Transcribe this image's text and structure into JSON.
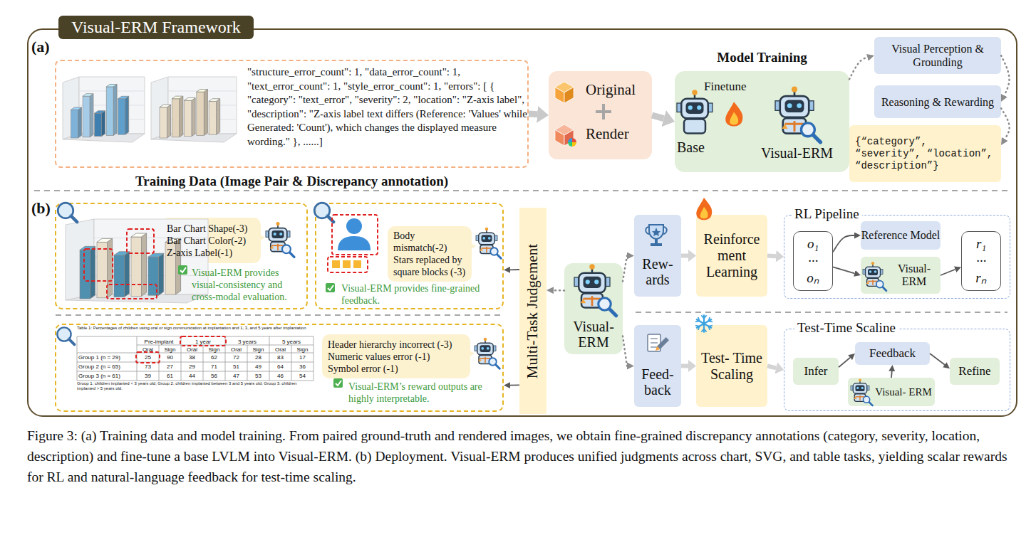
{
  "diagram": {
    "caption": "Figure 3: (a) Training data and model training. From paired ground-truth and rendered images, we obtain fine-grained discrepancy annotations (category, severity, location, description) and fine-tune a base LVLM into Visual-ERM. (b) Deployment. Visual-ERM produces unified judgments across chart, SVG, and table tasks, yielding scalar rewards for RL and natural-language feedback for test-time scaling.",
    "nodes": [
      {
        "text": [
          "Visual-ERM Framework"
        ]
      },
      {
        "text": [
          "\"structure_error_count\": 1, \"data_error_count\": 1, \"text_error_count\": 1, \"style_error_count\": 1, \"errors\": [ { \"category\": \"text_error\", \"severity\": 2, \"location\": \"Z-axis label\", \"description\": \"Z-axis label text differs (Reference: 'Values' while Generated: 'Count'), which changes the displayed measure wording.\" }, ......]",
          "Training Data (Image Pair & Discrepancy annotation)"
        ],
        "in": 0
      },
      {
        "text": [
          "Original",
          "Render"
        ],
        "in": 0
      },
      {
        "text": [
          "Model Training"
        ],
        "in": 0
      },
      {
        "text": [
          "Visual Perception & Grounding"
        ],
        "in": 0
      },
      {
        "text": [
          "Reasoning & Rewarding"
        ],
        "in": 0
      },
      {
        "text": [
          "{“category”, “severity”, “location”, “description”}"
        ],
        "in": 0
      },
      {
        "text": [
          "Visual-ERM provides visual-consistency and cross-modal evaluation."
        ],
        "in": 0
      },
      {
        "text": [
          "Bar Chart Shape(-3)",
          "Bar Chart Color(-2)",
          "Z-axis Label(-1)"
        ],
        "in": 7
      },
      {
        "text": [
          "Visual-ERM provides fine-grained feedback."
        ],
        "in": 0
      },
      {
        "text": [
          "Body mismatch(-2)",
          "Stars replaced by square blocks (-3)"
        ],
        "in": 9
      },
      {
        "text": [
          "Visual-ERM’s reward outputs are highly interpretable."
        ],
        "in": 0
      },
      {
        "text": [
          "Header hierarchy incorrect (-3)",
          "Numeric values error (-1)",
          "Symbol error (-1)"
        ],
        "in": 11
      },
      {
        "text": [
          "Multi-Task Judgement"
        ],
        "in": 0
      },
      {
        "text": [
          "Visual- ERM"
        ],
        "in": 0
      },
      {
        "text": [
          "Rew- ards"
        ],
        "in": 0
      },
      {
        "text": [
          "Reinforce ment Learning"
        ],
        "in": 0
      },
      {
        "text": [
          "RL Pipeline"
        ],
        "in": 0
      },
      {
        "text": [
          "o₁",
          "···",
          "oₙ"
        ],
        "in": 17
      },
      {
        "text": [
          "Reference Model"
        ],
        "in": 17
      },
      {
        "text": [
          "Visual- ERM"
        ],
        "in": 17
      },
      {
        "text": [
          "r₁",
          "···",
          "rₙ"
        ],
        "in": 17
      },
      {
        "text": [
          "Feed- back"
        ],
        "in": 0
      },
      {
        "text": [
          "Test- Time Scaling"
        ],
        "in": 0
      },
      {
        "text": [
          "Test-Time Scaline"
        ],
        "in": 0
      },
      {
        "text": [
          "Infer"
        ],
        "in": 24
      },
      {
        "text": [
          "Feedback"
        ],
        "in": 24
      },
      {
        "text": [
          "Visual- ERM"
        ],
        "in": 24
      },
      {
        "text": [
          "Refine"
        ],
        "in": 24
      }
    ],
    "edges": [
      {
        "from": 1,
        "to": 2,
        "arrow": "to"
      },
      {
        "from": 2,
        "to": 3,
        "arrow": "to"
      },
      {
        "from": 3,
        "to": 4,
        "arrow": "to"
      },
      {
        "from": 4,
        "to": 5,
        "arrow": "to"
      },
      {
        "from": 5,
        "to": 6,
        "arrow": "to"
      },
      {
        "from": 14,
        "to": 13,
        "arrow": "to"
      },
      {
        "from": 13,
        "to": 9,
        "arrow": "to"
      },
      {
        "from": 13,
        "to": 11,
        "arrow": "to"
      },
      {
        "from": 14,
        "to": 15,
        "arrow": "to"
      },
      {
        "from": 14,
        "to": 22,
        "arrow": "to"
      },
      {
        "from": 15,
        "to": 16,
        "arrow": "to"
      },
      {
        "from": 16,
        "to": 17,
        "arrow": "to"
      },
      {
        "from": 18,
        "to": 19,
        "arrow": "to"
      },
      {
        "from": 18,
        "to": 20,
        "arrow": "to"
      },
      {
        "from": 20,
        "to": 21,
        "arrow": "to"
      },
      {
        "from": 22,
        "to": 23,
        "arrow": "to"
      },
      {
        "from": 23,
        "to": 24,
        "arrow": "to"
      },
      {
        "from": 25,
        "to": 26,
        "arrow": "to"
      },
      {
        "from": 26,
        "to": 28,
        "arrow": "to"
      },
      {
        "from": 27,
        "to": 26,
        "arrow": "to"
      }
    ],
    "labels": [
      "(a)",
      "(b)",
      "Finetune",
      "Base",
      "Visual-ERM",
      "Table 1: Percentages of children using oral or sign communication at implantation and 1, 3, and 5 years after implantation",
      "Pre-implant",
      "1 year",
      "3 years",
      "5 years",
      "Oral",
      "Sign",
      "Oral",
      "Sign",
      "Oral",
      "Sign",
      "Oral",
      "Sign",
      "Group 1 (n = 29)",
      "25",
      "90",
      "38",
      "62",
      "72",
      "28",
      "83",
      "17",
      "Group 2 (n = 65)",
      "73",
      "27",
      "29",
      "71",
      "51",
      "49",
      "64",
      "36",
      "Group 3 (n = 61)",
      "39",
      "61",
      "44",
      "56",
      "47",
      "53",
      "46",
      "54",
      "Group 1: children implanted < 3 years old; Group 2: children implanted between 3 and 5 years old; Group 3: children implanted > 5 years old."
    ]
  }
}
